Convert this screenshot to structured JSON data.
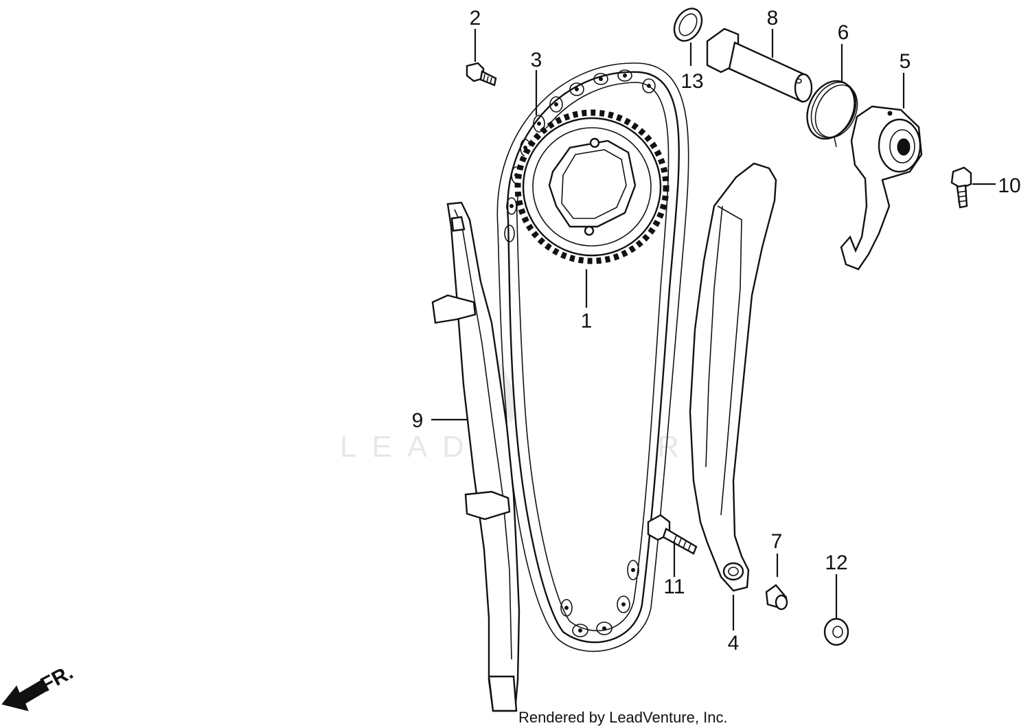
{
  "callouts": {
    "c1": "1",
    "c2": "2",
    "c3": "3",
    "c4": "4",
    "c5": "5",
    "c6": "6",
    "c7": "7",
    "c8": "8",
    "c9": "9",
    "c10": "10",
    "c11": "11",
    "c12": "12",
    "c13": "13"
  },
  "direction_label": "FR.",
  "watermark": "LEADVENTURE",
  "credit": "Rendered by LeadVenture, Inc.",
  "colors": {
    "ink": "#111111",
    "background": "#ffffff",
    "watermark": "#e8e8e8"
  }
}
